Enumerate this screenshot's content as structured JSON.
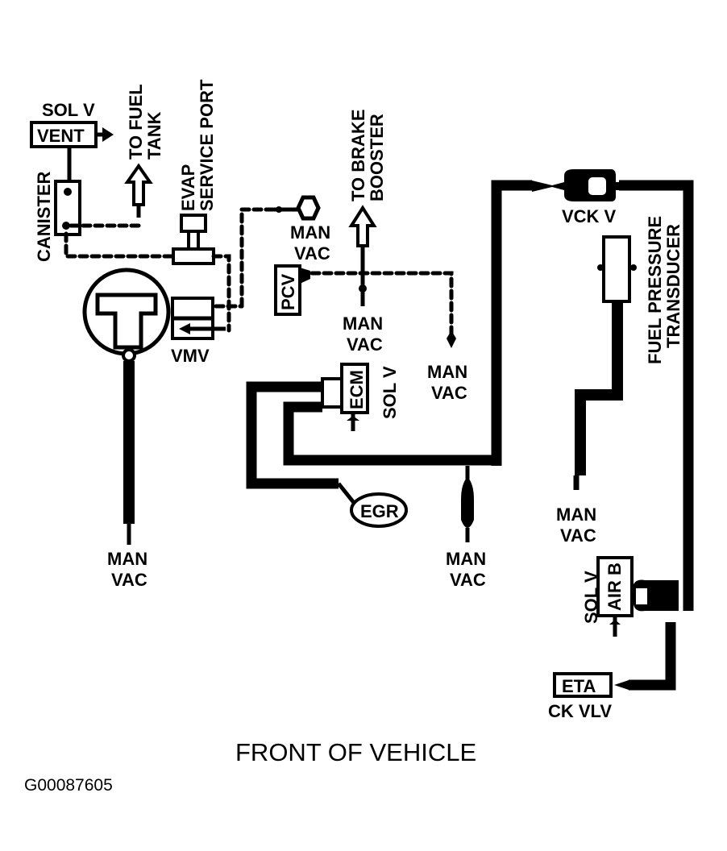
{
  "diagram": {
    "title": "FRONT OF VEHICLE",
    "figure_id": "G00087605",
    "components": {
      "vent_solenoid": {
        "label_top": "SOL V",
        "label_box": "VENT"
      },
      "to_fuel_tank": {
        "line1": "TO FUEL",
        "line2": "TANK"
      },
      "canister": {
        "label": "CANISTER"
      },
      "evap_port": {
        "line1": "EVAP",
        "line2": "SERVICE PORT"
      },
      "vmv": {
        "label": "VMV"
      },
      "man_vac_hex": {
        "line1": "MAN",
        "line2": "VAC"
      },
      "to_brake_booster": {
        "line1": "TO BRAKE",
        "line2": "BOOSTER"
      },
      "pcv": {
        "label": "PCV"
      },
      "man_vac_center": {
        "line1": "MAN",
        "line2": "VAC"
      },
      "man_vac_right_dashed": {
        "line1": "MAN",
        "line2": "VAC"
      },
      "ecm_solenoid": {
        "box": "ECM",
        "side": "SOL V"
      },
      "egr": {
        "label": "EGR"
      },
      "man_vac_left_bottom": {
        "line1": "MAN",
        "line2": "VAC"
      },
      "man_vac_mid_bottom": {
        "line1": "MAN",
        "line2": "VAC"
      },
      "vck_valve": {
        "label": "VCK V"
      },
      "fuel_pressure_transducer": {
        "line1": "FUEL PRESSURE",
        "line2": "TRANSDUCER"
      },
      "man_vac_right": {
        "line1": "MAN",
        "line2": "VAC"
      },
      "air_b_solenoid": {
        "box": "AIR B",
        "side": "SOL V"
      },
      "eta_check_valve": {
        "box": "ETA",
        "label": "CK VLV"
      }
    }
  }
}
